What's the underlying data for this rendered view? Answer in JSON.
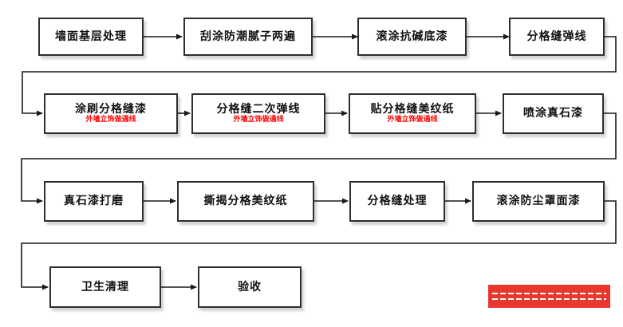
{
  "flowchart": {
    "type": "process-flow",
    "accent_note_color": "#ff0000",
    "box_border_color": "#2e2e2e",
    "connector_color": "#1a1a1a",
    "rows": [
      {
        "boxes": [
          {
            "label": "墙面基层处理"
          },
          {
            "label": "刮涂防潮腻子两遍"
          },
          {
            "label": "滚涂抗碱底漆"
          },
          {
            "label": "分格缝弹线"
          }
        ]
      },
      {
        "boxes": [
          {
            "label": "涂刷分格缝漆",
            "note": "外墙立饰做通线"
          },
          {
            "label": "分格缝二次弹线",
            "note": "外墙立饰做通线"
          },
          {
            "label": "贴分格缝美纹纸",
            "note": "外墙立饰做通线"
          },
          {
            "label": "喷涂真石漆"
          }
        ]
      },
      {
        "boxes": [
          {
            "label": "真石漆打磨"
          },
          {
            "label": "撕揭分格美纹纸"
          },
          {
            "label": "分格缝处理"
          },
          {
            "label": "滚涂防尘罩面漆"
          }
        ]
      },
      {
        "boxes": [
          {
            "label": "卫生清理"
          },
          {
            "label": "验收"
          }
        ]
      }
    ],
    "watermark": {
      "bg_color": "#e8382d",
      "text_lines": 2,
      "legible": false
    }
  }
}
